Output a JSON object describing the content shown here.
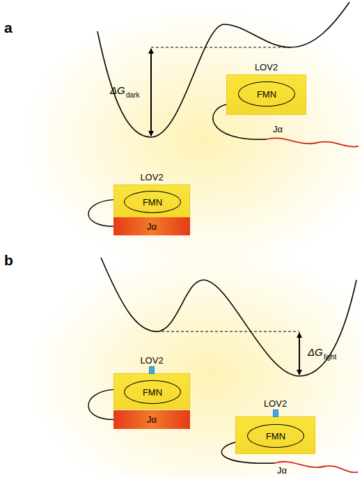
{
  "diagram": {
    "nodes": [
      {
        "text": [
          "LOV2"
        ]
      },
      {
        "text": [
          "FMN"
        ],
        "in": 0
      },
      {
        "text": [
          "LOV2"
        ]
      },
      {
        "text": [
          "FMN"
        ],
        "in": 2
      },
      {
        "text": [
          "Jα"
        ]
      },
      {
        "text": [
          "LOV2"
        ]
      },
      {
        "text": [
          "FMN"
        ],
        "in": 5
      },
      {
        "text": [
          "Jα"
        ]
      },
      {
        "text": [
          "LOV2"
        ]
      },
      {
        "text": [
          "FMN"
        ],
        "in": 8
      }
    ],
    "edges": [
      {
        "from": 2,
        "to": 4,
        "arrow": "none"
      },
      {
        "from": 5,
        "to": 7,
        "arrow": "none"
      }
    ],
    "labels": [
      "a",
      "ΔG",
      "dark",
      "Jα",
      "b",
      "ΔG",
      "light",
      "Jα"
    ]
  }
}
